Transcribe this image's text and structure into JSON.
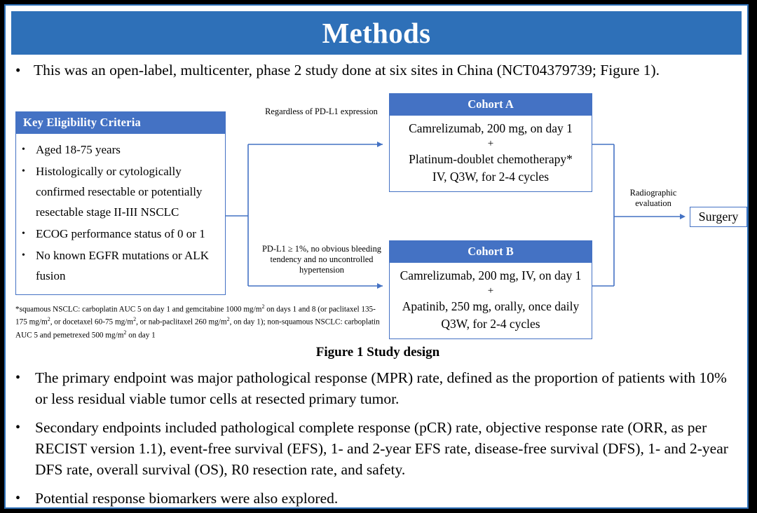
{
  "slide": {
    "title": "Methods",
    "accent_color": "#2E70B8",
    "box_color": "#4472C4",
    "intro_bullet": "This was an open-label, multicenter, phase 2 study done at six sites in China (NCT04379739; Figure 1).",
    "caption": "Figure 1 Study design"
  },
  "eligibility": {
    "header": "Key  Eligibility Criteria",
    "items": [
      "Aged 18-75 years",
      "Histologically or cytologically confirmed resectable or potentially resectable stage II-III  NSCLC",
      "ECOG performance status of 0 or 1",
      "No known EGFR mutations or ALK fusion"
    ]
  },
  "footnote": {
    "line1_a": "*squamous NSCLC: carboplatin AUC 5 on day 1 and gemcitabine 1000 mg/m",
    "line1_b": " on days 1 and 8 (or paclitaxel 135-175  mg/m",
    "line1_c": ", or docetaxel 60-75 mg/m",
    "line1_d": ", or nab-paclitaxel 260 mg/m",
    "line1_e": ", on day 1); non-squamous NSCLC: carboplatin AUC 5 and pemetrexed 500 mg/m",
    "line1_f": " on day 1",
    "superscript": "2"
  },
  "connectors": {
    "label_a": "Regardless  of PD-L1 expression",
    "label_b": "PD-L1 ≥ 1%, no obvious bleeding tendency  and no uncontrolled  hypertension",
    "label_radiographic": "Radiographic evaluation"
  },
  "cohort_a": {
    "header": "Cohort A",
    "lines": [
      "Camrelizumab, 200 mg, on day 1",
      "+",
      "Platinum-doublet chemotherapy*",
      "IV, Q3W, for 2-4 cycles"
    ]
  },
  "cohort_b": {
    "header": "Cohort B",
    "lines": [
      "Camrelizumab, 200 mg, IV, on day 1",
      "+",
      "Apatinib, 250 mg, orally, once daily",
      "Q3W, for 2-4 cycles"
    ]
  },
  "surgery": {
    "label": "Surgery"
  },
  "endpoints": [
    "The primary endpoint was major pathological response (MPR) rate, defined as the proportion of patients with 10% or less residual viable tumor cells at resected primary tumor.",
    "Secondary endpoints included pathological complete response (pCR) rate, objective response rate (ORR, as per RECIST version 1.1), event-free survival (EFS), 1- and 2-year EFS rate, disease-free survival (DFS), 1- and 2-year DFS rate, overall survival (OS), R0 resection rate, and safety.",
    "Potential response biomarkers were also explored."
  ],
  "bullet_glyph": "•"
}
